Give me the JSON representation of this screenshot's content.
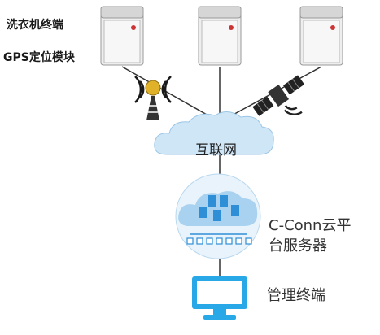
{
  "labels": {
    "washer_terminal": "洗衣机终端",
    "gps_module": "GPS定位模块",
    "internet": "互联网",
    "cloud_server_line1": "C-Conn云平",
    "cloud_server_line2": "台服务器",
    "management_terminal": "管理终端"
  },
  "icons": {
    "washer": "washing-machine-icon",
    "cell_tower": "cell-tower-icon",
    "satellite": "satellite-icon",
    "cloud": "cloud-icon",
    "server_cloud": "cloud-server-icon",
    "monitor": "monitor-icon"
  },
  "colors": {
    "cloud_fill": "#cfe6f7",
    "server_blue": "#2f8fd6",
    "monitor_blue": "#29a8e8",
    "tower_gold": "#e0b22a",
    "line": "#333333"
  }
}
